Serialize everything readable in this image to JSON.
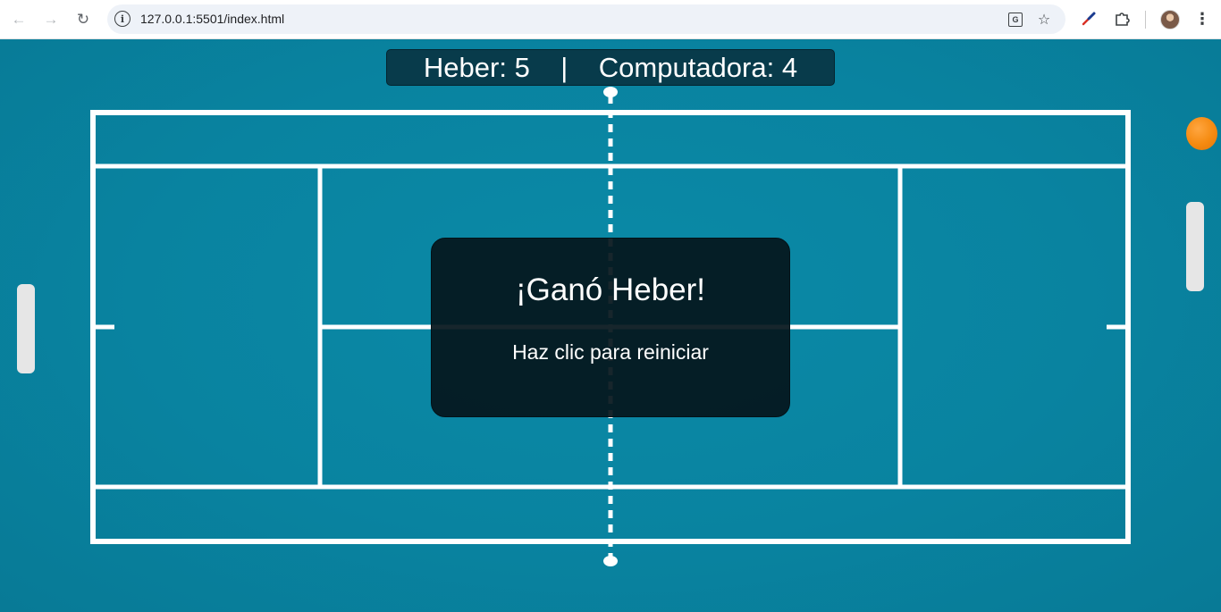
{
  "browser": {
    "url": "127.0.0.1:5501/index.html",
    "icons": {
      "back": "arrow-left-icon",
      "forward": "arrow-right-icon",
      "reload": "reload-icon",
      "site_info": "info-icon",
      "translate": "translate-icon",
      "bookmark": "star-icon",
      "extension_pin": "pin-icon",
      "extensions": "puzzle-icon",
      "profile": "avatar",
      "menu": "kebab-menu-icon"
    }
  },
  "scoreboard": {
    "text": "Heber: 5    |    Computadora: 4"
  },
  "game_over": {
    "title": "¡Ganó Heber!",
    "subtitle": "Haz clic para reiniciar"
  },
  "colors": {
    "court_background": "#0a7f9c",
    "court_lines": "#ffffff",
    "scoreboard_bg": "#083b4b",
    "panel_bg": "#05161c",
    "paddle": "#e6e6e6",
    "ball": "#f58a10"
  }
}
